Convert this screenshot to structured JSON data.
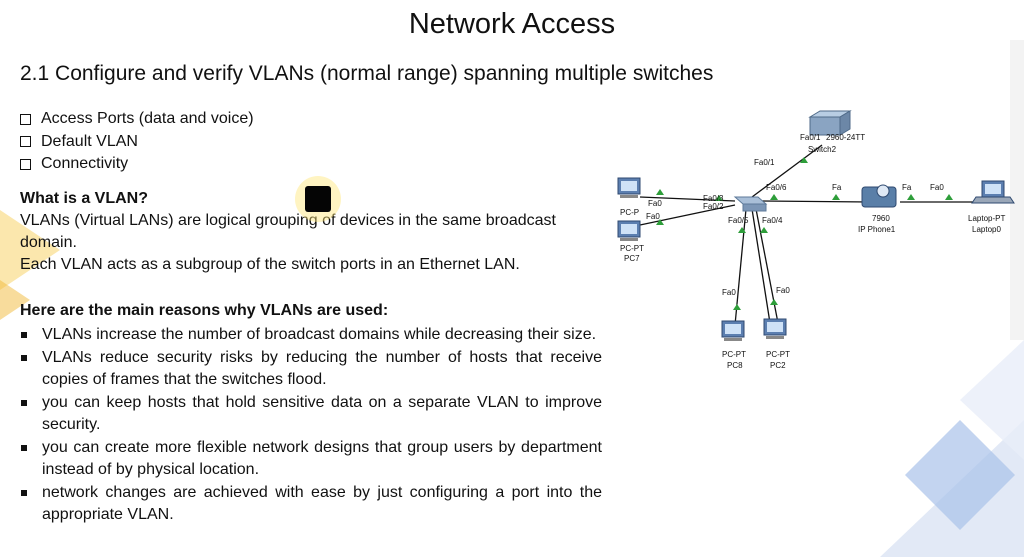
{
  "slide": {
    "title": "Network Access",
    "subtitle": "2.1 Configure and verify VLANs (normal range) spanning multiple switches"
  },
  "checklist": [
    "Access Ports (data and voice)",
    "Default VLAN",
    "Connectivity"
  ],
  "section1": {
    "heading": "What is a VLAN?",
    "para1": "VLANs (Virtual LANs) are logical grouping of devices in the same broadcast domain.",
    "para2": "Each VLAN acts as a subgroup of the switch ports in an Ethernet LAN."
  },
  "section2": {
    "heading": "Here are the main reasons why VLANs are used:",
    "bullets": [
      "VLANs increase the number of broadcast domains while decreasing their size.",
      "VLANs reduce security risks by reducing the number of hosts that receive copies of frames that the switches flood.",
      "you can keep hosts that hold sensitive data on a separate VLAN to improve security.",
      "you can create more flexible network designs that group users by department instead of by physical location.",
      "network changes are achieved with ease by just configuring a port into the appropriate VLAN."
    ]
  },
  "topology": {
    "switch2": {
      "model": "2960-24TT",
      "name": "Switch2"
    },
    "ports": {
      "sw2_fa01_top": "Fa0/1",
      "sw2_fa01_link": "Fa0/1",
      "pcp_fa0": "Fa0",
      "pc7_fa0": "Fa0",
      "sw_fa03": "Fa0/3",
      "sw_fa02": "Fa0/2",
      "sw_fa06": "Fa0/6",
      "sw_fa05": "Fa0/5",
      "sw_fa04": "Fa0/4",
      "phone_fa_left": "Fa",
      "phone_fa_right": "Fa",
      "laptop_fa0": "Fa0",
      "pc8_fa0": "Fa0",
      "pc2_fa0": "Fa0"
    },
    "devices": {
      "pcp_label": "PC-P",
      "pc7_label1": "PC-PT",
      "pc7_label2": "PC7",
      "phone_model": "7960",
      "phone_name": "IP Phone1",
      "laptop_label1": "Laptop-PT",
      "laptop_label2": "Laptop0",
      "pc8_label1": "PC-PT",
      "pc8_label2": "PC8",
      "pc2_label1": "PC-PT",
      "pc2_label2": "PC2"
    }
  },
  "colors": {
    "link": "#111111",
    "link_dot": "#2e9e3a",
    "accent_yellow": "#f5c33b",
    "accent_blue": "#9db8e6"
  }
}
